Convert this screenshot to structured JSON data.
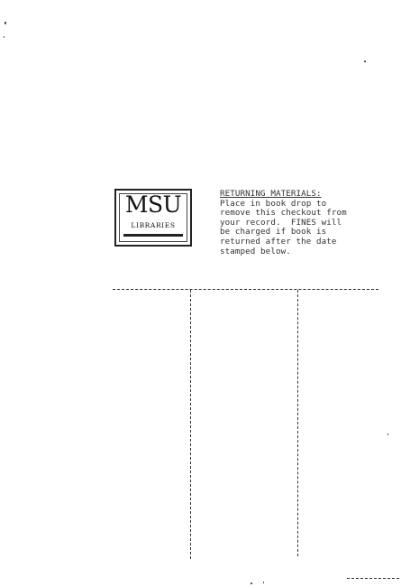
{
  "logo": {
    "title": "MSU",
    "subtitle": "LIBRARIES"
  },
  "notice": {
    "heading": "RETURNING MATERIALS:",
    "lines": [
      "Place in book drop to",
      "remove this checkout from",
      "your record.  FINES will",
      "be charged if book is",
      "returned after the date",
      "stamped below."
    ]
  }
}
